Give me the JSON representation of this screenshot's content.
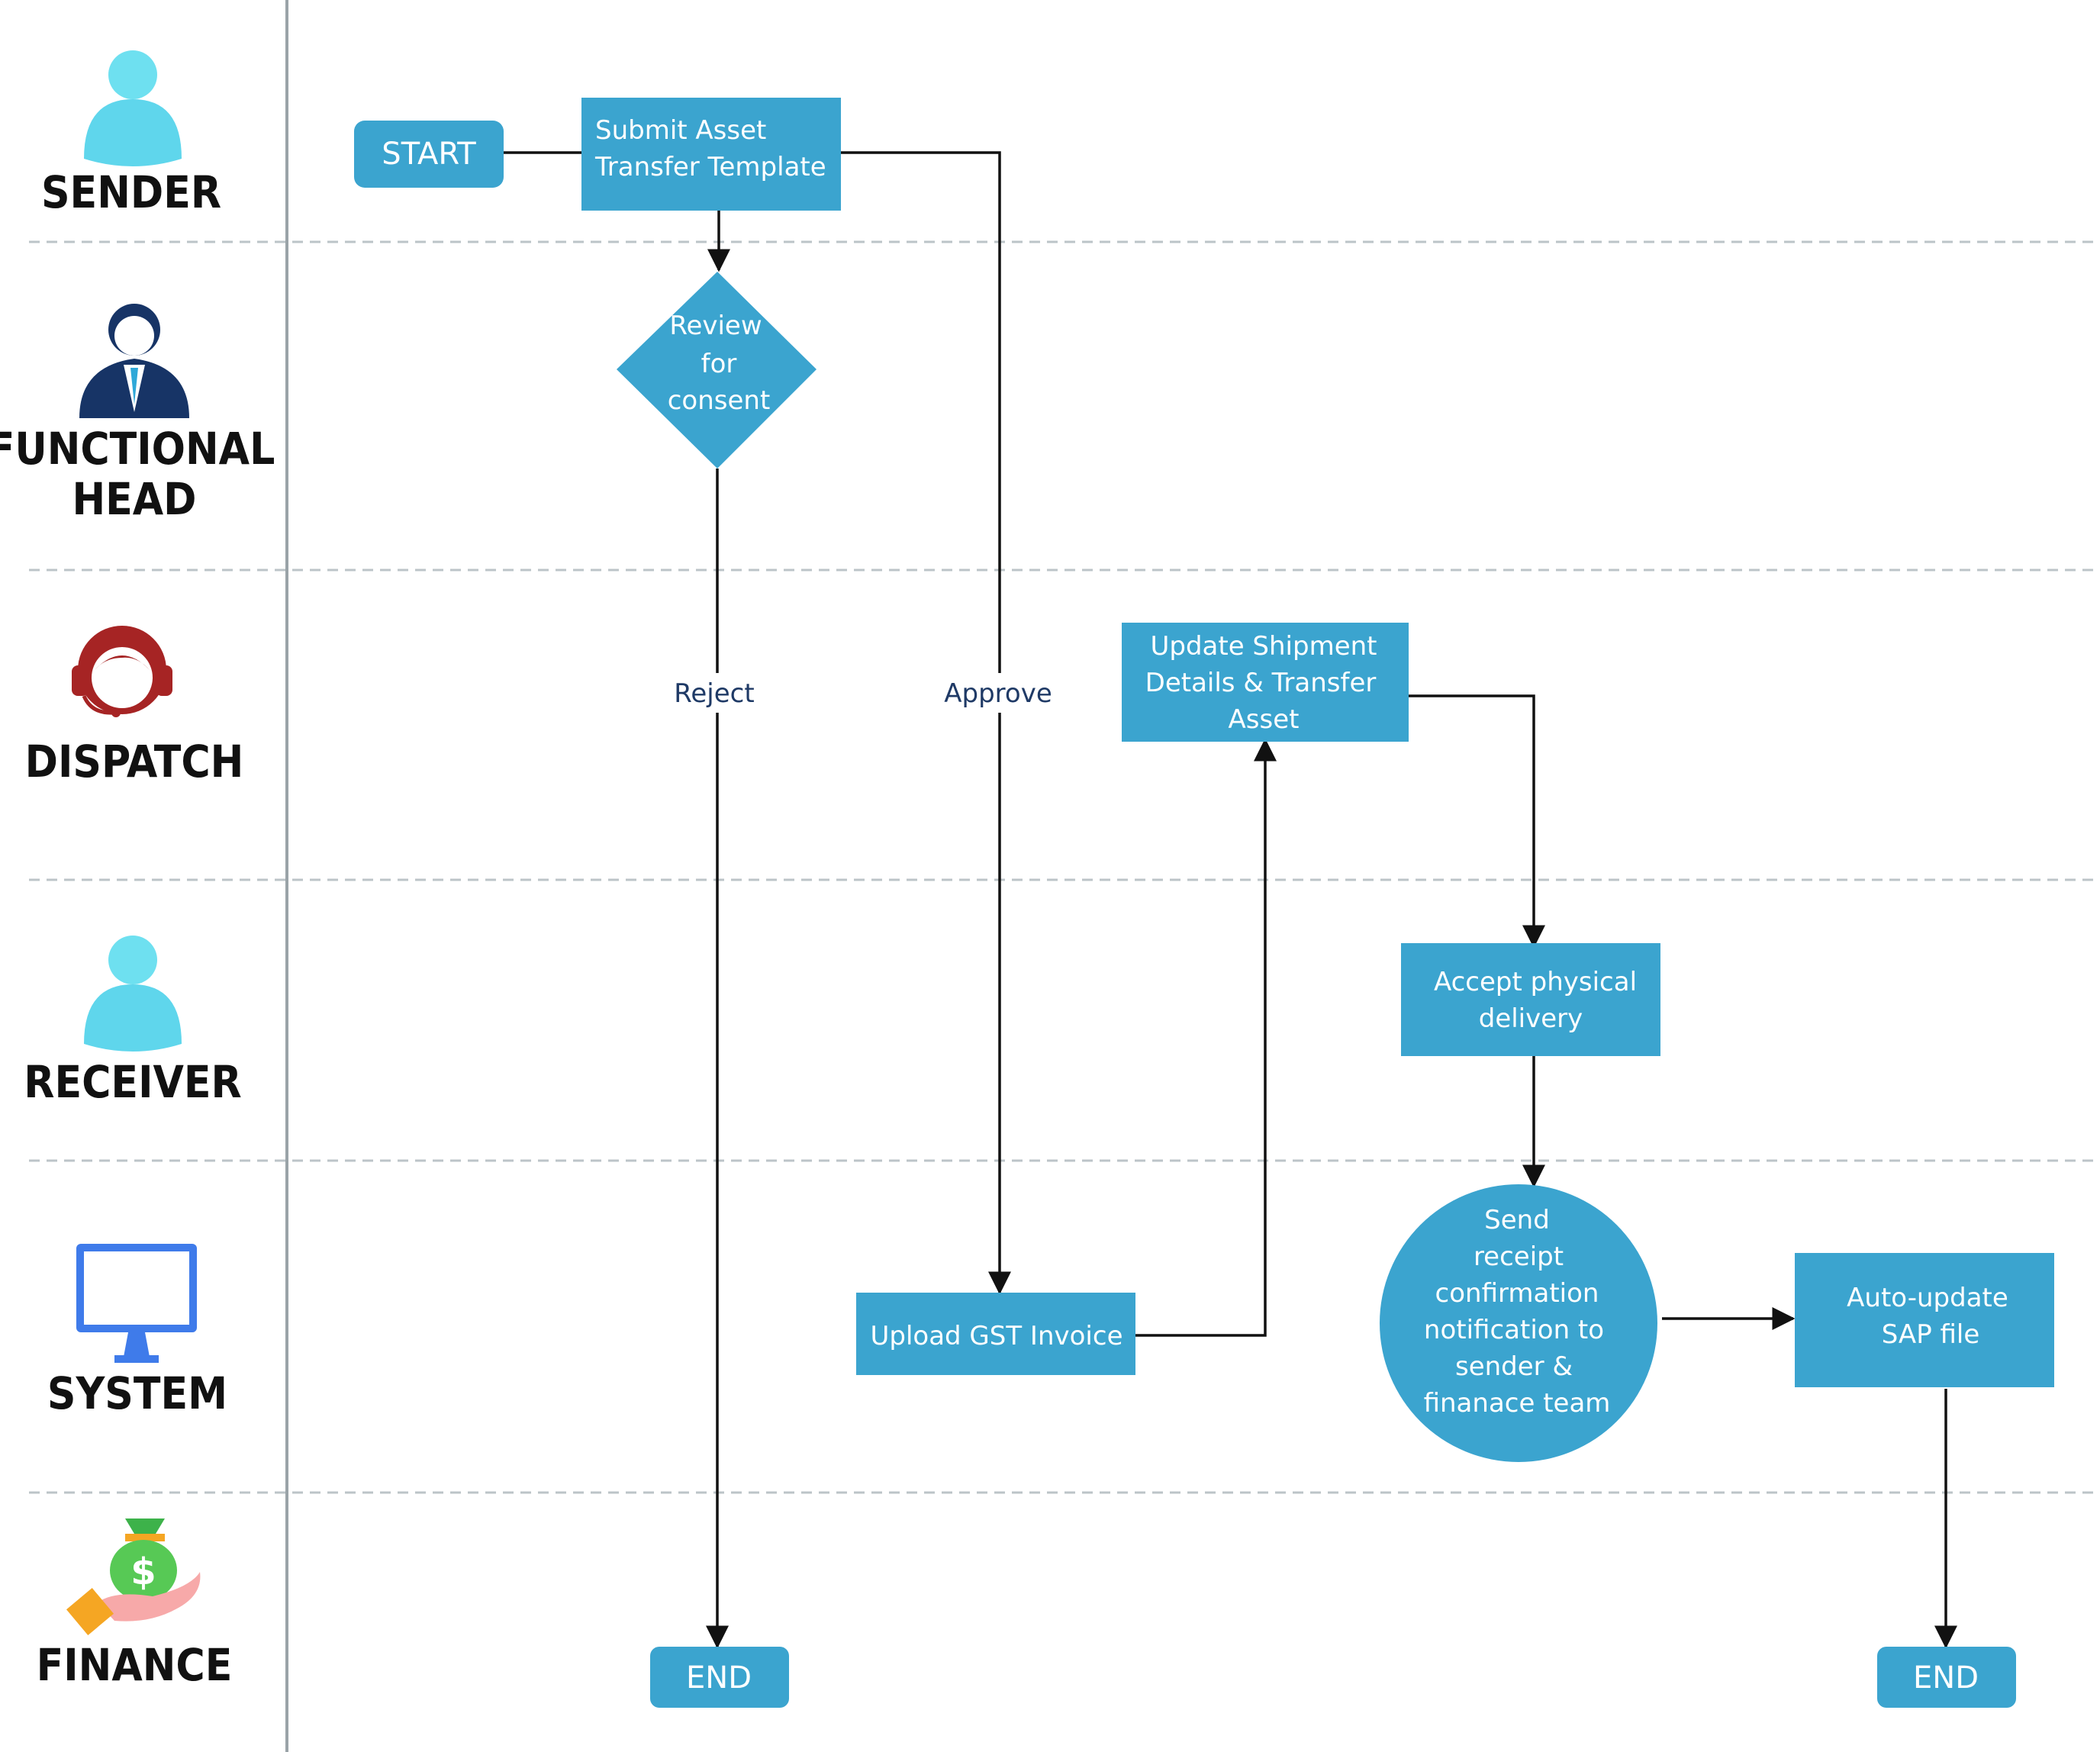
{
  "lanes": [
    {
      "id": "sender",
      "label_lines": [
        "SENDER"
      ],
      "icon": "person-icon"
    },
    {
      "id": "functional-head",
      "label_lines": [
        "FUNCTIONAL",
        "HEAD"
      ],
      "icon": "businessman-icon"
    },
    {
      "id": "dispatch",
      "label_lines": [
        "DISPATCH"
      ],
      "icon": "headset-agent-icon"
    },
    {
      "id": "receiver",
      "label_lines": [
        "RECEIVER"
      ],
      "icon": "person-icon"
    },
    {
      "id": "system",
      "label_lines": [
        "SYSTEM"
      ],
      "icon": "monitor-icon"
    },
    {
      "id": "finance",
      "label_lines": [
        "FINANCE"
      ],
      "icon": "money-bag-hand-icon"
    }
  ],
  "nodes": {
    "start": {
      "type": "terminal",
      "lines": [
        "START"
      ]
    },
    "submit": {
      "type": "process",
      "lines": [
        "Submit Asset",
        "Transfer Template"
      ]
    },
    "review": {
      "type": "decision",
      "lines": [
        "Review",
        "for",
        "consent"
      ]
    },
    "update_shipment": {
      "type": "process",
      "lines": [
        "Update Shipment",
        "Details & Transfer",
        "Asset"
      ]
    },
    "accept_delivery": {
      "type": "process",
      "lines": [
        "Accept physical",
        "delivery"
      ]
    },
    "upload_gst": {
      "type": "process",
      "lines": [
        "Upload GST Invoice"
      ]
    },
    "send_receipt": {
      "type": "circle",
      "lines": [
        "Send",
        "receipt",
        "confirmation",
        "notification to",
        "sender &",
        "finanace team"
      ]
    },
    "auto_update": {
      "type": "process",
      "lines": [
        "Auto-update",
        "SAP file"
      ]
    },
    "end_reject": {
      "type": "terminal",
      "lines": [
        "END"
      ]
    },
    "end_final": {
      "type": "terminal",
      "lines": [
        "END"
      ]
    }
  },
  "edges": [
    {
      "from": "start",
      "to": "submit"
    },
    {
      "from": "submit",
      "to": "review"
    },
    {
      "from": "review",
      "to": "end_reject",
      "label": "Reject"
    },
    {
      "from": "submit",
      "to": "upload_gst",
      "label": "Approve"
    },
    {
      "from": "upload_gst",
      "to": "update_shipment"
    },
    {
      "from": "update_shipment",
      "to": "accept_delivery"
    },
    {
      "from": "accept_delivery",
      "to": "send_receipt"
    },
    {
      "from": "send_receipt",
      "to": "auto_update"
    },
    {
      "from": "auto_update",
      "to": "end_final"
    }
  ],
  "colors": {
    "node_fill": "#3ba4cf",
    "edge": "#111111",
    "edge_label": "#1f3a66",
    "lane_line": "#bcc4c8"
  }
}
